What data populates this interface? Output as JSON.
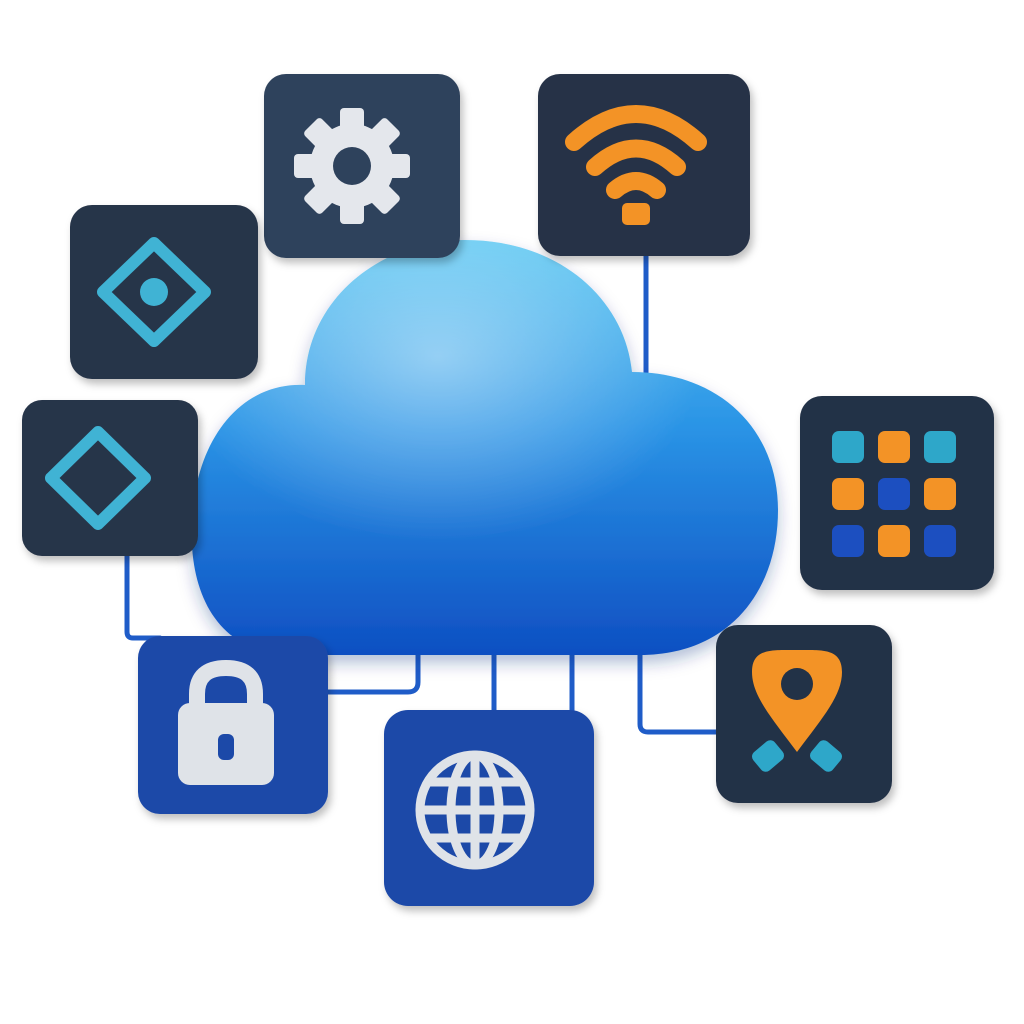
{
  "diagram": {
    "center": {
      "icon": "cloud-icon",
      "color_light": "#5ec8f2",
      "color_mid": "#2a94e6",
      "color_dark": "#0e4fc2"
    },
    "connector_color": "#1f5cc8",
    "nodes": [
      {
        "id": "settings",
        "icon": "gear-icon",
        "tile_color": "#2f425c",
        "icon_color": "#e4e7ec"
      },
      {
        "id": "wifi",
        "icon": "wifi-icon",
        "tile_color": "#273347",
        "icon_color": "#f39325"
      },
      {
        "id": "target",
        "icon": "diamond-dot-icon",
        "tile_color": "#283448",
        "icon_color": "#3fb3d4"
      },
      {
        "id": "diamond",
        "icon": "diamond-icon",
        "tile_color": "#283448",
        "icon_color": "#3fb3d4"
      },
      {
        "id": "apps",
        "icon": "app-grid-icon",
        "tile_color": "#243046",
        "icon_colors": [
          "#2ea7c9",
          "#f39325",
          "#1f4fc0"
        ]
      },
      {
        "id": "lock",
        "icon": "padlock-icon",
        "tile_color": "#1f4aa8",
        "icon_color": "#dfe3e8"
      },
      {
        "id": "globe",
        "icon": "globe-icon",
        "tile_color": "#1f4aa8",
        "icon_color": "#dfe3e8"
      },
      {
        "id": "location",
        "icon": "location-pin-icon",
        "tile_color": "#243046",
        "icon_color": "#f39325",
        "accent_color": "#2ea7c9"
      }
    ]
  }
}
